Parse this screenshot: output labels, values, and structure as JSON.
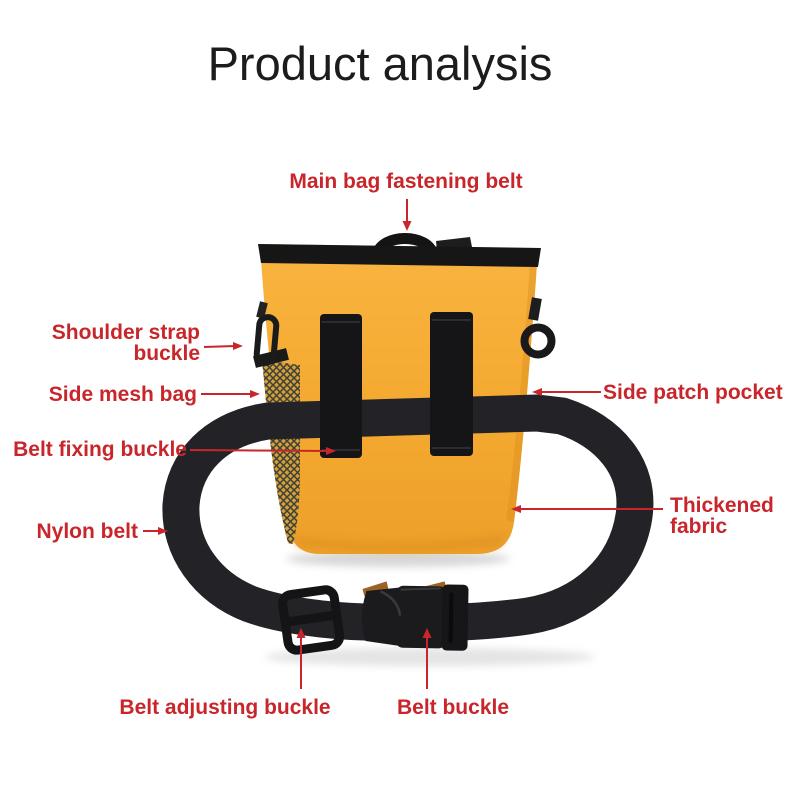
{
  "title": "Product analysis",
  "colors": {
    "label_red": "#c8262b",
    "bag_yellow": "#f5ab33",
    "bag_yellow_dark": "#eda02a",
    "strap_black": "#1c1c1e",
    "title_black": "#1c1c1c",
    "background": "#ffffff",
    "buckle_tab_brown": "#9a6226"
  },
  "labels": {
    "main_fastening_belt": "Main bag fastening belt",
    "shoulder_strap_buckle_line1": "Shoulder strap",
    "shoulder_strap_buckle_line2": "buckle",
    "side_mesh_bag": "Side mesh bag",
    "belt_fixing_buckle": "Belt fixing buckle",
    "nylon_belt": "Nylon belt",
    "side_patch_pocket": "Side patch pocket",
    "thickened_fabric_line1": "Thickened",
    "thickened_fabric_line2": "fabric",
    "belt_adjusting_buckle": "Belt adjusting buckle",
    "belt_buckle": "Belt buckle"
  }
}
